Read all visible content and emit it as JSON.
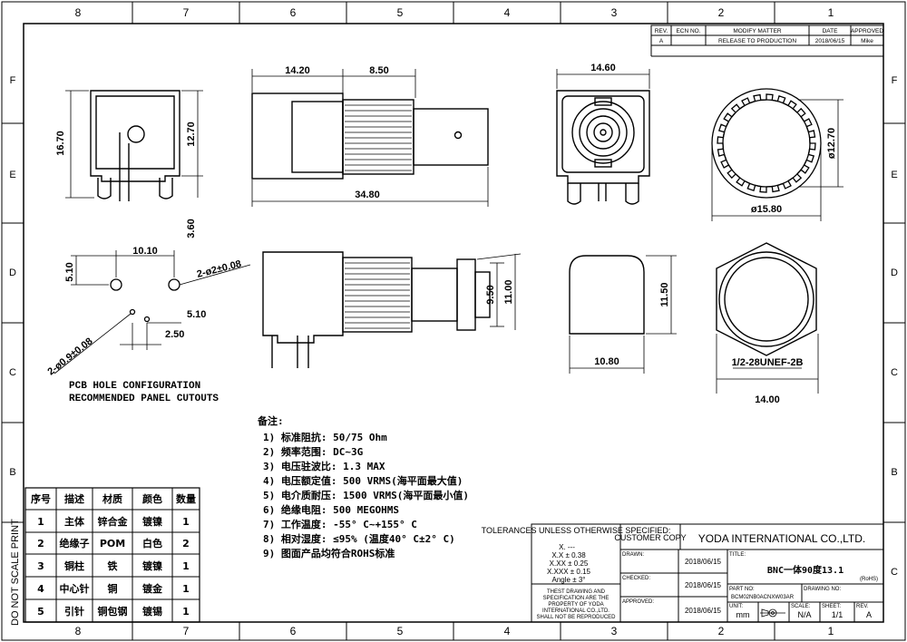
{
  "grid": {
    "cols_top": [
      "8",
      "7",
      "6",
      "5",
      "4",
      "3",
      "2",
      "1"
    ],
    "cols_bottom": [
      "8",
      "7",
      "6",
      "5",
      "4",
      "3",
      "2",
      "1"
    ],
    "rows": [
      "F",
      "E",
      "D",
      "C",
      "B"
    ],
    "side_text": "DO NOT SCALE PRINT"
  },
  "revision": {
    "headers": [
      "REV.",
      "ECN NO.",
      "MODIFY  MATTER",
      "DATE",
      "APPROVED"
    ],
    "row": [
      "A",
      "",
      "RELEASE TO PRODUCTION",
      "2018/06/15",
      "Mike"
    ]
  },
  "dims": {
    "front_width_a": "14.20",
    "front_width_b": "8.50",
    "front_total": "34.80",
    "side_width": "14.60",
    "left_height": "16.70",
    "left_height_b": "12.70",
    "pin_len": "3.60",
    "ring_dia": "ø12.70",
    "outer_dia": "ø15.80",
    "pcb_w": "10.10",
    "pcb_h": "5.10",
    "pcb_holes_big": "2-ø2±0.08",
    "pcb_holes_small": "2-ø0.9±0.08",
    "pcb_small_dx": "5.10",
    "pcb_small_dy": "2.50",
    "bot_h1": "9.50",
    "bot_h2": "11.00",
    "cut_h": "11.50",
    "cut_w": "10.80",
    "thread": "1/2-28UNEF-2B",
    "hex_w": "14.00"
  },
  "pcb_caption": [
    "PCB HOLE CONFIGURATION",
    "RECOMMENDED PANEL CUTOUTS"
  ],
  "notes": {
    "title": "备注:",
    "items": [
      "1) 标准阻抗: 50/75 Ohm",
      "2) 频率范围: DC~3G",
      "3) 电压驻波比: 1.3 MAX",
      "4) 电压额定值: 500 VRMS(海平面最大值)",
      "5) 电介质耐压: 1500 VRMS(海平面最小值)",
      "6) 绝缘电阻: 500 MEGOHMS",
      "7) 工作温度: -55° C~+155° C",
      "8) 相对湿度: ≤95% (温度40° C±2° C)",
      "9) 图面产品均符合ROHS标准"
    ]
  },
  "bom": {
    "headers": [
      "序号",
      "描述",
      "材质",
      "颜色",
      "数量"
    ],
    "rows": [
      [
        "1",
        "主体",
        "锌合金",
        "镀镍",
        "1"
      ],
      [
        "2",
        "绝缘子",
        "POM",
        "白色",
        "2"
      ],
      [
        "3",
        "铜柱",
        "铁",
        "镀镍",
        "1"
      ],
      [
        "4",
        "中心针",
        "铜",
        "镀金",
        "1"
      ],
      [
        "5",
        "引针",
        "铜包钢",
        "镀锡",
        "1"
      ]
    ]
  },
  "title_block": {
    "tol_title": "TOLERANCES UNLESS OTHERWISE SPECIFIED:",
    "tol_lines": [
      "X.        ---",
      "X.X     ± 0.38",
      "X.XX   ± 0.25",
      "X.XXX ± 0.15",
      "Angle    ± 3°"
    ],
    "disclaimer": [
      "THEST DRAWING AND",
      "SPECIFICATION ARE THE",
      "PROPERTY OF YODA",
      "INTERNATIONAL CO.,LTD.",
      "SHALL NOT BE REPRODUCED"
    ],
    "customer": "CUSTOMER COPY",
    "company": "YODA INTERNATIONAL CO.,LTD.",
    "drawn_label": "DRAWN:",
    "checked_label": "CHECKED:",
    "approved_label": "APPROVED:",
    "date": "2018/06/15",
    "title_label": "TITLE:",
    "title": "BNC一体90度13.1",
    "rohs": "(RoHS)",
    "part_label": "PART NO:",
    "part_no": "BCM02NB0ACNXW03AR",
    "drawing_label": "DRAWING NO:",
    "unit_label": "UNIT:",
    "unit": "mm",
    "scale_label": "SCALE:",
    "scale": "N/A",
    "sheet_label": "SHEET:",
    "sheet": "1/1",
    "rev_label": "REV.",
    "rev": "A"
  }
}
